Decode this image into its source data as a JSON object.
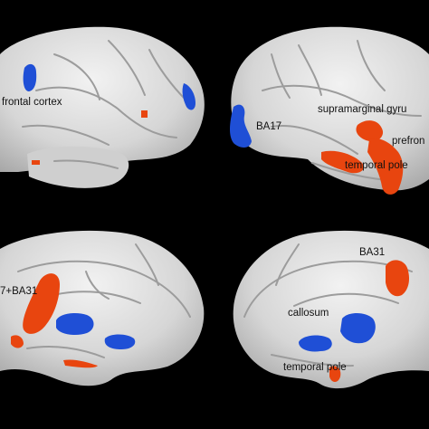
{
  "labels": {
    "frontal_cortex": "frontal cortex",
    "ba17": "BA17",
    "supramarginal": "supramarginal gyru",
    "prefrontal": "prefron",
    "temporal_pole_top": "temporal pole",
    "ba17_ba31": "7+BA31",
    "ba31": "BA31",
    "callosum": "callosum",
    "temporal_pole_bottom": "temporal pole"
  },
  "colors": {
    "background": "#000000",
    "brain": "#d9d9d9",
    "sulcus": "#9c9c9c",
    "activation_blue": "#1f4fd6",
    "activation_red": "#e8450f",
    "label_text": "#111111"
  },
  "panels": [
    "left-lateral",
    "right-lateral",
    "left-medial",
    "right-medial"
  ]
}
